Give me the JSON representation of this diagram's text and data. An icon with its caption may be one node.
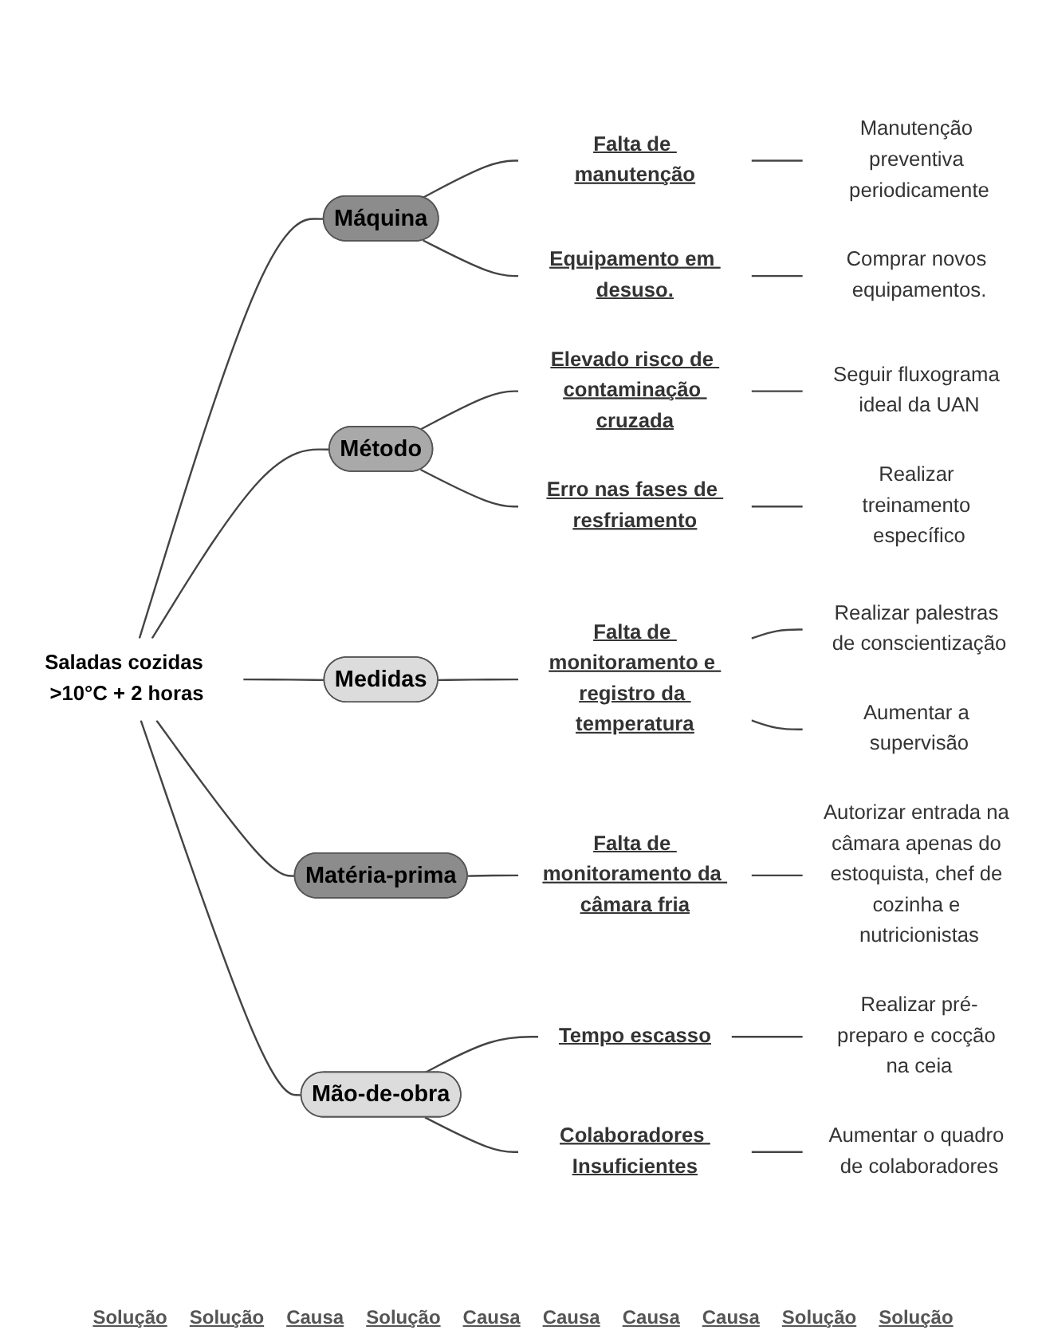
{
  "diagram": {
    "nodes": [
      {
        "text": [
          "Seguir fluxograma ideal da UAN"
        ]
      },
      {
        "text": [
          "Realizar treinamento específico"
        ]
      },
      {
        "text": [
          "Comprar novos equipamentos."
        ]
      },
      {
        "text": [
          "Realizar palestras de conscientização"
        ]
      },
      {
        "text": [
          "Elevado risco de contaminação cruzada"
        ]
      },
      {
        "text": [
          "Manutenção preventiva periodicamente"
        ]
      },
      {
        "text": [
          "Erro nas fases de resfriamento"
        ]
      },
      {
        "text": [
          "Aumentar a supervisão"
        ]
      },
      {
        "text": [
          "Equipamento em desuso."
        ]
      },
      {
        "text": [
          "Falta de manutenção"
        ]
      },
      {
        "text": [
          "Método"
        ]
      },
      {
        "text": [
          "Falta de monitoramento e registro da temperatura"
        ]
      },
      {
        "text": [
          "Máquina"
        ]
      },
      {
        "text": [
          "Saladas cozidas >10°C + 2 horas"
        ]
      },
      {
        "text": [
          "Medidas"
        ]
      },
      {
        "text": [
          "Matéria-prima"
        ]
      },
      {
        "text": [
          "Mão-de-obra"
        ]
      },
      {
        "text": [
          "Falta de monitoramento da câmara fria"
        ]
      },
      {
        "text": [
          "Tempo escasso"
        ]
      },
      {
        "text": [
          "Colaboradores Insuficientes"
        ]
      },
      {
        "text": [
          "Autorizar entrada na câmara apenas do estoquista, chef de cozinha e nutricionistas"
        ]
      },
      {
        "text": [
          "Realizar pré-preparo e cocção na ceia"
        ]
      },
      {
        "text": [
          "Aumentar o quadro de colaboradores"
        ]
      }
    ],
    "edges": [
      {
        "from": 13,
        "to": 12,
        "arrow": "none"
      },
      {
        "from": 13,
        "to": 10,
        "arrow": "none"
      },
      {
        "from": 13,
        "to": 14,
        "arrow": "none"
      },
      {
        "from": 13,
        "to": 15,
        "arrow": "none"
      },
      {
        "from": 13,
        "to": 16,
        "arrow": "none"
      },
      {
        "from": 12,
        "to": 9,
        "arrow": "none"
      },
      {
        "from": 12,
        "to": 8,
        "arrow": "none"
      },
      {
        "from": 10,
        "to": 4,
        "arrow": "none"
      },
      {
        "from": 10,
        "to": 6,
        "arrow": "none"
      },
      {
        "from": 14,
        "to": 11,
        "arrow": "none"
      },
      {
        "from": 15,
        "to": 17,
        "arrow": "none"
      },
      {
        "from": 16,
        "to": 18,
        "arrow": "none"
      },
      {
        "from": 16,
        "to": 19,
        "arrow": "none"
      },
      {
        "from": 9,
        "to": 5,
        "arrow": "none"
      },
      {
        "from": 8,
        "to": 2,
        "arrow": "none"
      },
      {
        "from": 4,
        "to": 0,
        "arrow": "none"
      },
      {
        "from": 6,
        "to": 1,
        "arrow": "none"
      },
      {
        "from": 11,
        "to": 3,
        "arrow": "none"
      },
      {
        "from": 11,
        "to": 7,
        "arrow": "none"
      },
      {
        "from": 17,
        "to": 20,
        "arrow": "none"
      },
      {
        "from": 18,
        "to": 21,
        "arrow": "none"
      },
      {
        "from": 19,
        "to": 22,
        "arrow": "none"
      }
    ],
    "labels": [
      "Solução",
      "Solução",
      "Causa",
      "Solução",
      "Causa",
      "Causa",
      "Causa",
      "Causa",
      "Solução",
      "Solução"
    ]
  }
}
